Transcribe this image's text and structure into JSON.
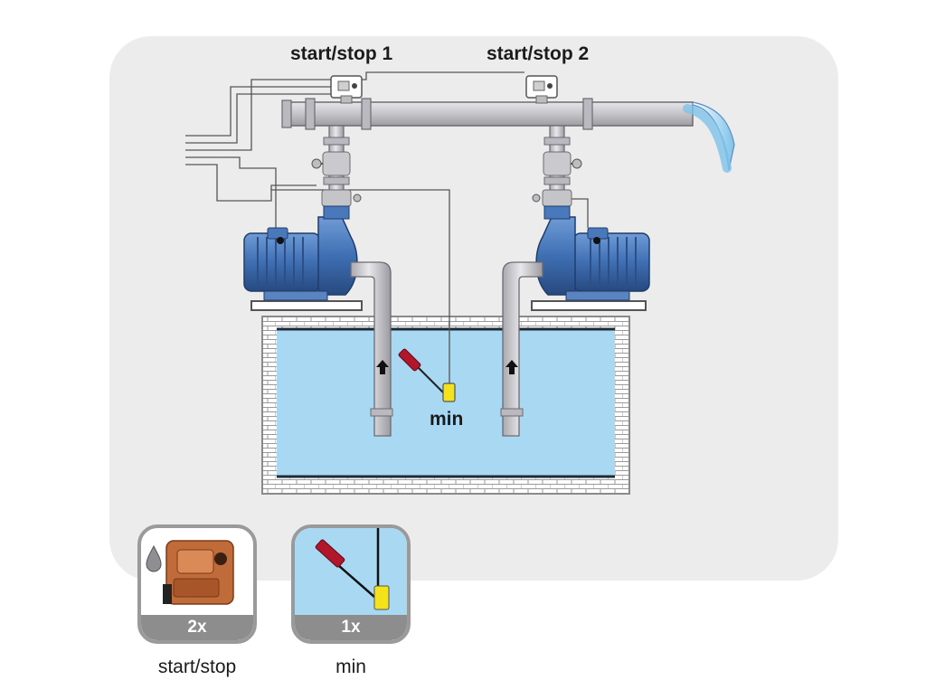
{
  "labels": {
    "start_stop_1": "start/stop 1",
    "start_stop_2": "start/stop 2",
    "min": "min"
  },
  "legend": [
    {
      "count": "2x",
      "caption": "start/stop",
      "icon": "pressure-switch-icon"
    },
    {
      "count": "1x",
      "caption": "min",
      "icon": "float-switch-icon"
    }
  ],
  "colors": {
    "panel": "#ececec",
    "water": "#a9d8f2",
    "pump_blue": "#3f6fb3",
    "pipe": "#c8c8cc",
    "float_red": "#b2162a",
    "float_yellow": "#f4e21a",
    "switch_orange": "#c06b3a"
  }
}
